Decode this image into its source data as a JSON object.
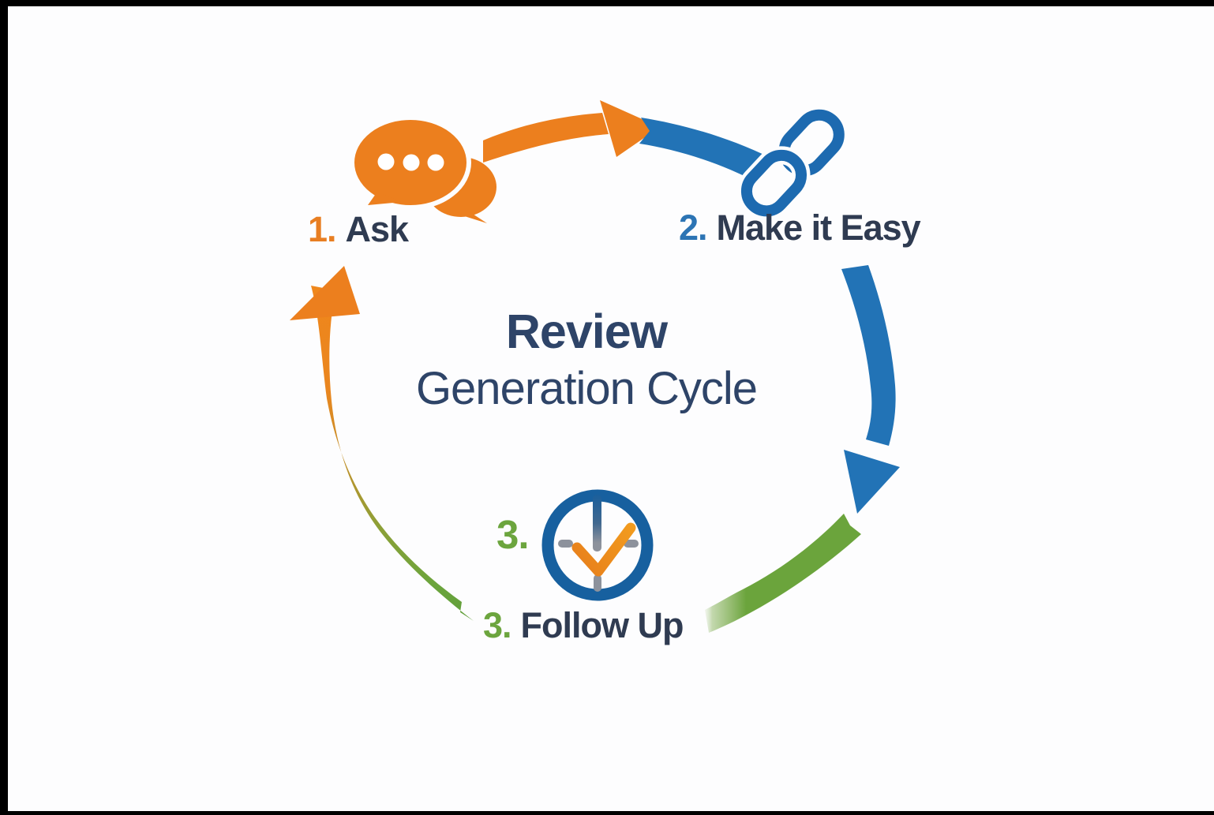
{
  "title": {
    "line1": "Review",
    "line2": "Generation Cycle",
    "color": "#2E4468"
  },
  "steps": [
    {
      "num": "1.",
      "label": "Ask",
      "num_color": "#E87E22",
      "icon": "speech-bubbles-icon"
    },
    {
      "num": "2.",
      "label": "Make it Easy",
      "num_color": "#2C74B4",
      "icon": "chain-link-icon"
    },
    {
      "num": "3.",
      "label": "Follow Up",
      "num_color": "#6CA53E",
      "icon": "clock-check-icon"
    }
  ],
  "clock_marker": {
    "num": "3.",
    "color": "#6CA53E"
  },
  "label_color": "#2F3B51",
  "colors": {
    "orange": "#EC7F1E",
    "blue": "#2273B6",
    "chain_blue": "#1D6AB0",
    "green": "#6BA43C",
    "clock_ring": "#17609F",
    "tick_gray": "#8D929C",
    "check_orange": "#EE8C1C",
    "bubble_dot_white": "#FFFFFF",
    "frame_black": "#000000",
    "canvas_white": "#FDFDFE"
  }
}
